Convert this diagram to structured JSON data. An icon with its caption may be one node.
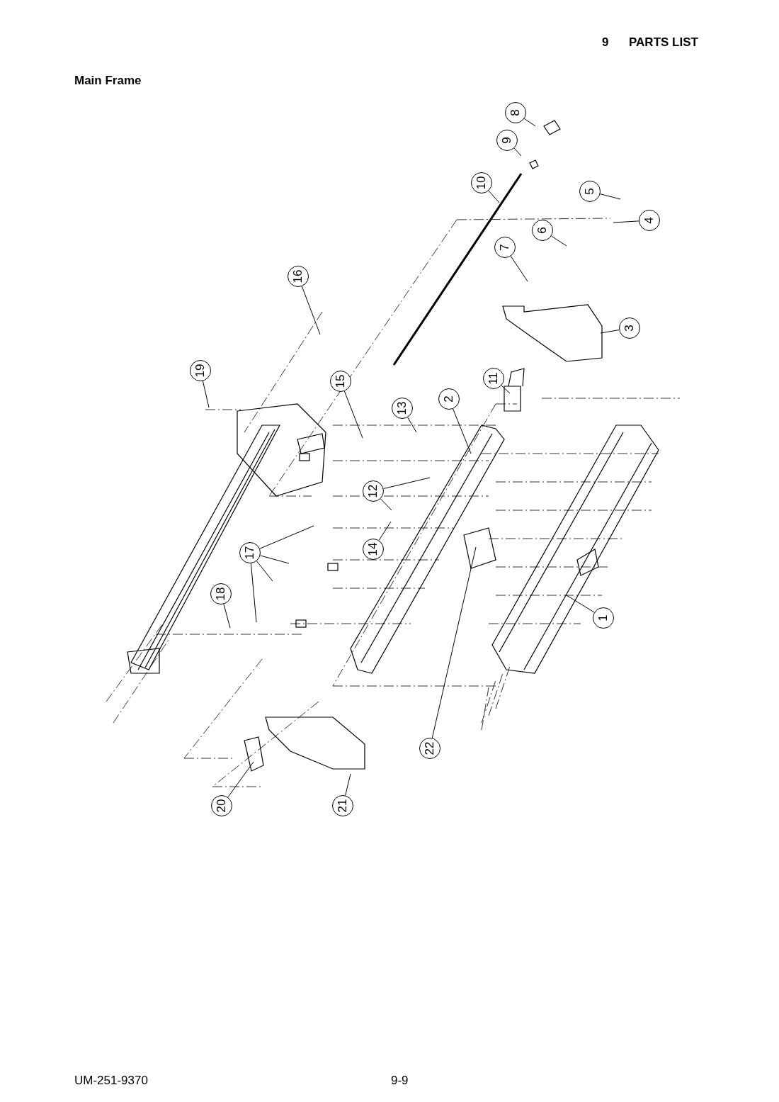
{
  "diagram": {
    "title": "Main Frame",
    "nodes": [
      {
        "text": [
          "1"
        ]
      },
      {
        "text": [
          "2"
        ]
      },
      {
        "text": [
          "3"
        ]
      },
      {
        "text": [
          "4"
        ]
      },
      {
        "text": [
          "5"
        ]
      },
      {
        "text": [
          "6"
        ]
      },
      {
        "text": [
          "7"
        ]
      },
      {
        "text": [
          "8"
        ]
      },
      {
        "text": [
          "9"
        ]
      },
      {
        "text": [
          "10"
        ]
      },
      {
        "text": [
          "11"
        ]
      },
      {
        "text": [
          "12"
        ]
      },
      {
        "text": [
          "13"
        ]
      },
      {
        "text": [
          "14"
        ]
      },
      {
        "text": [
          "15"
        ]
      },
      {
        "text": [
          "16"
        ]
      },
      {
        "text": [
          "17"
        ]
      },
      {
        "text": [
          "18"
        ]
      },
      {
        "text": [
          "19"
        ]
      },
      {
        "text": [
          "20"
        ]
      },
      {
        "text": [
          "21"
        ]
      },
      {
        "text": [
          "22"
        ]
      }
    ],
    "edges": [
      {
        "from": 0,
        "to": null,
        "arrow": "none"
      },
      {
        "from": 1,
        "to": null,
        "arrow": "none"
      },
      {
        "from": 2,
        "to": null,
        "arrow": "none"
      },
      {
        "from": 3,
        "to": null,
        "arrow": "none"
      },
      {
        "from": 4,
        "to": null,
        "arrow": "none"
      },
      {
        "from": 5,
        "to": null,
        "arrow": "none"
      },
      {
        "from": 6,
        "to": null,
        "arrow": "none"
      },
      {
        "from": 7,
        "to": null,
        "arrow": "none"
      },
      {
        "from": 8,
        "to": null,
        "arrow": "none"
      },
      {
        "from": 9,
        "to": null,
        "arrow": "none"
      },
      {
        "from": 10,
        "to": null,
        "arrow": "none"
      },
      {
        "from": 11,
        "to": null,
        "arrow": "none"
      },
      {
        "from": 11,
        "to": null,
        "arrow": "none"
      },
      {
        "from": 12,
        "to": null,
        "arrow": "none"
      },
      {
        "from": 13,
        "to": null,
        "arrow": "none"
      },
      {
        "from": 14,
        "to": null,
        "arrow": "none"
      },
      {
        "from": 15,
        "to": null,
        "arrow": "none"
      },
      {
        "from": 16,
        "to": null,
        "arrow": "none"
      },
      {
        "from": 16,
        "to": null,
        "arrow": "none"
      },
      {
        "from": 16,
        "to": null,
        "arrow": "none"
      },
      {
        "from": 16,
        "to": null,
        "arrow": "none"
      },
      {
        "from": 17,
        "to": null,
        "arrow": "none"
      },
      {
        "from": 18,
        "to": null,
        "arrow": "none"
      },
      {
        "from": 19,
        "to": null,
        "arrow": "none"
      },
      {
        "from": 20,
        "to": null,
        "arrow": "none"
      },
      {
        "from": 21,
        "to": null,
        "arrow": "none"
      }
    ],
    "labels": [
      "9",
      "PARTS LIST",
      "UM-251-9370",
      "9-9"
    ]
  }
}
